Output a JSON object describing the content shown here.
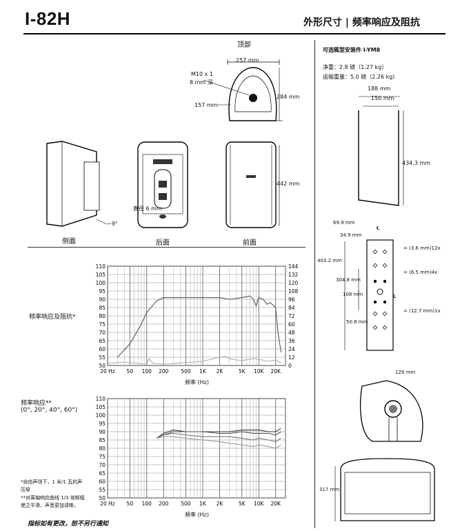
{
  "header": {
    "model": "I-82H",
    "right_title": "外形尺寸 | 频率响应及阻抗"
  },
  "dimensions": {
    "top_label": "顶部",
    "width_257": "257 mm",
    "height_284": "284 mm",
    "m10_line1": "M10 x 1",
    "m10_line2": "8 mm 深",
    "d157": "157 mm",
    "h442": "442 mm",
    "diameter": "直径 6 mm",
    "angle": "~9°",
    "side_label": "侧面",
    "back_label": "后面",
    "front_label": "前面"
  },
  "bracket": {
    "title": "可选辄型安装件 I-YM8",
    "net_weight": "净重：2.8 磅（1.27 kg）",
    "ship_weight": "运输重量：5.0 磅（2.26 kg）",
    "w188": "188 mm",
    "w150": "150 mm",
    "h434": "434.3 mm",
    "d69": "69.9 mm",
    "d34": "34.9 mm",
    "d403": "403.2 mm",
    "d304": "304.8 mm",
    "d108": "108 mm",
    "d50": "50.8 mm",
    "hole1": "= (3.6 mm)12x",
    "hole2": "= (6.5 mm)4x",
    "hole3": "= (12.7 mm)1x",
    "cl": "℄",
    "d129": "129 mm",
    "d317": "317 mm"
  },
  "chart1": {
    "side_label": "频率响应及阻抗*",
    "xlabel": "频率 (Hz)",
    "x_ticks": [
      "20 Hz",
      "50",
      "100",
      "200",
      "500",
      "1K",
      "2K",
      "5K",
      "10K",
      "20K"
    ],
    "y_ticks": [
      "110",
      "105",
      "100",
      "95",
      "90",
      "85",
      "80",
      "75",
      "70",
      "65",
      "60",
      "55",
      "50"
    ],
    "y2_ticks": [
      "144",
      "132",
      "120",
      "108",
      "96",
      "84",
      "72",
      "60",
      "48",
      "36",
      "24",
      "12",
      "0"
    ]
  },
  "chart2": {
    "side_label_1": "频率响应**",
    "side_label_2": "(0°, 20°, 40°, 60°)",
    "xlabel": "频率 (Hz)",
    "x_ticks": [
      "20 Hz",
      "50",
      "100",
      "200",
      "500",
      "1K",
      "2K",
      "5K",
      "10K",
      "20K"
    ],
    "y_ticks": [
      "110",
      "105",
      "100",
      "95",
      "90",
      "85",
      "80",
      "75",
      "70",
      "65",
      "60",
      "55",
      "50"
    ]
  },
  "notes": {
    "n1a": "*自由声场下，1 米/1 瓦的声",
    "n1b": "压级",
    "n2a": "**对离轴响应曲线 1/3 倍频程",
    "n2b": "使之平滑，声音更加清晰。",
    "footer": "指标如有更改，恕不另行通知"
  },
  "chart_data": [
    {
      "type": "line",
      "xlabel": "频率 (Hz)",
      "log_x": true,
      "xlim": [
        20,
        30000
      ],
      "ylim": [
        50,
        110
      ],
      "y2lim": [
        0,
        144
      ],
      "series": [
        {
          "x": [
            30,
            50,
            80,
            100,
            150,
            200,
            300,
            500,
            1000,
            2000,
            3000,
            5000,
            7000,
            8000,
            9000,
            10000,
            12000,
            14000,
            16000,
            20000,
            22000,
            25000
          ],
          "y": [
            55,
            63,
            75,
            82,
            89,
            91,
            91,
            91,
            91,
            91,
            90,
            91,
            92,
            90,
            86,
            91,
            90,
            87,
            88,
            85,
            70,
            58
          ]
        },
        {
          "x": [
            20,
            40,
            70,
            100,
            110,
            130,
            200,
            300,
            500,
            1000,
            2000,
            2500,
            3000,
            4000,
            5000,
            8000,
            10000,
            15000,
            20000,
            25000
          ],
          "y": [
            3,
            5,
            3,
            2,
            10,
            3,
            2,
            3,
            4,
            6,
            12,
            13,
            10,
            8,
            7,
            10,
            9,
            6,
            8,
            4
          ]
        }
      ]
    },
    {
      "type": "line",
      "xlabel": "频率 (Hz)",
      "log_x": true,
      "xlim": [
        20,
        30000
      ],
      "ylim": [
        50,
        110
      ],
      "series": [
        {
          "x": [
            150,
            200,
            300,
            500,
            1000,
            2000,
            3000,
            5000,
            8000,
            10000,
            15000,
            20000,
            25000
          ],
          "y": [
            86,
            89,
            91,
            90,
            90,
            90,
            90,
            91,
            91,
            91,
            90,
            90,
            92
          ]
        },
        {
          "x": [
            150,
            200,
            300,
            500,
            1000,
            2000,
            3000,
            5000,
            8000,
            10000,
            15000,
            20000,
            25000
          ],
          "y": [
            86,
            88,
            90,
            90,
            90,
            89,
            89,
            90,
            89,
            89,
            89,
            88,
            90
          ]
        },
        {
          "x": [
            150,
            200,
            300,
            500,
            1000,
            2000,
            3000,
            5000,
            8000,
            10000,
            15000,
            20000,
            25000
          ],
          "y": [
            86,
            88,
            89,
            88,
            87,
            87,
            87,
            86,
            85,
            86,
            85,
            84,
            86
          ]
        },
        {
          "x": [
            150,
            200,
            300,
            500,
            1000,
            2000,
            3000,
            5000,
            8000,
            10000,
            15000,
            20000,
            25000
          ],
          "y": [
            86,
            87,
            87,
            86,
            85,
            84,
            83,
            82,
            81,
            82,
            81,
            80,
            82
          ]
        }
      ]
    }
  ]
}
